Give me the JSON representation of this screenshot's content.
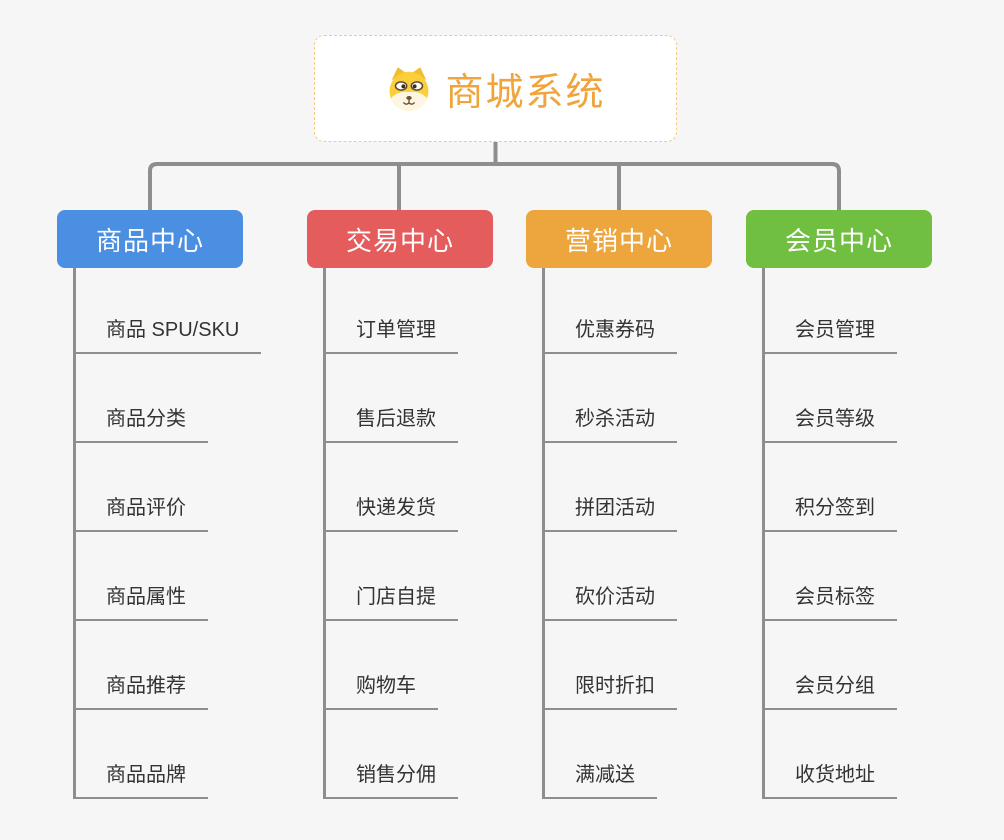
{
  "background_color": "#F6F6F6",
  "connector_color": "#8E8E8E",
  "root": {
    "title": "商城系统",
    "icon": "shiba-dog-icon",
    "text_color": "#F0A43C",
    "border_color": "#F3C983"
  },
  "branches": [
    {
      "label": "商品中心",
      "color": "#4B8FE2",
      "items": [
        "商品 SPU/SKU",
        "商品分类",
        "商品评价",
        "商品属性",
        "商品推荐",
        "商品品牌"
      ]
    },
    {
      "label": "交易中心",
      "color": "#E45C5C",
      "items": [
        "订单管理",
        "售后退款",
        "快递发货",
        "门店自提",
        "购物车",
        "销售分佣"
      ]
    },
    {
      "label": "营销中心",
      "color": "#EDA53D",
      "items": [
        "优惠券码",
        "秒杀活动",
        "拼团活动",
        "砍价活动",
        "限时折扣",
        "满减送"
      ]
    },
    {
      "label": "会员中心",
      "color": "#70BF41",
      "items": [
        "会员管理",
        "会员等级",
        "积分签到",
        "会员标签",
        "会员分组",
        "收货地址"
      ]
    }
  ]
}
